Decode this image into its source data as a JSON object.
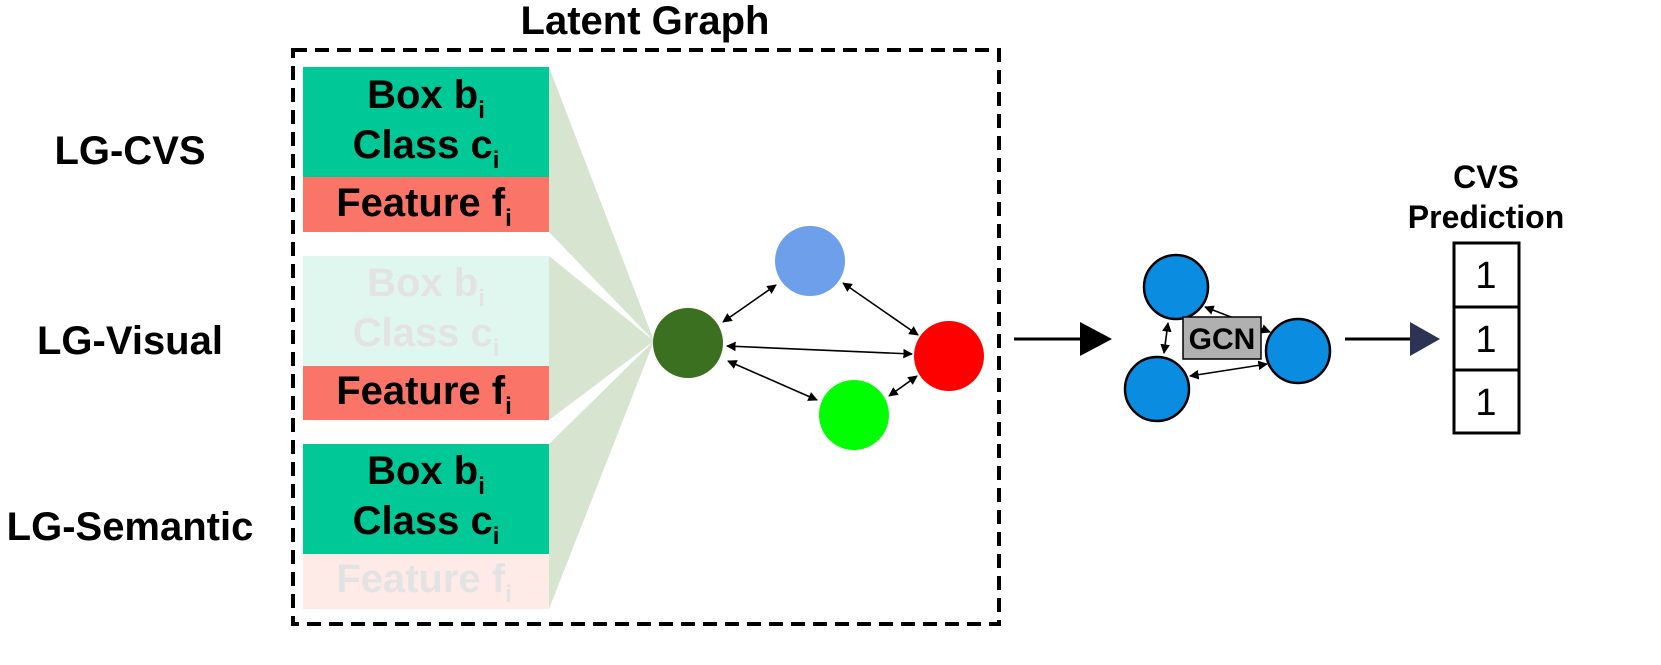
{
  "title": "Latent Graph",
  "row_labels": [
    "LG-CVS",
    "LG-Visual",
    "LG-Semantic"
  ],
  "blocks": [
    {
      "box_text": "Box b",
      "box_sub": "i",
      "class_text": "Class c",
      "class_sub": "i",
      "feature_text": "Feature f",
      "feature_sub": "i"
    },
    {
      "box_text": "Box b",
      "box_sub": "i",
      "class_text": "Class c",
      "class_sub": "i",
      "feature_text": "Feature f",
      "feature_sub": "i"
    },
    {
      "box_text": "Box b",
      "box_sub": "i",
      "class_text": "Class c",
      "class_sub": "i",
      "feature_text": "Feature f",
      "feature_sub": "i"
    }
  ],
  "gcn_label": "GCN",
  "output": {
    "title_line1": "CVS",
    "title_line2": "Prediction",
    "values": [
      "1",
      "1",
      "1"
    ]
  },
  "colors": {
    "teal": "#00C896",
    "salmon": "#FA7567",
    "teal_faded": "#E0F7F0",
    "salmon_faded": "#FEEBE8",
    "faded_text": "#E3E3E3",
    "funnel": "#D7E4D0",
    "node_dark_green": "#3A7020",
    "node_light_blue": "#6E9FEA",
    "node_red": "#FF0000",
    "node_bright_green": "#00FF00",
    "gcn_node": "#0A8CE0",
    "gcn_box": "#B0B0B0",
    "output_arrow": "#2C3355"
  }
}
